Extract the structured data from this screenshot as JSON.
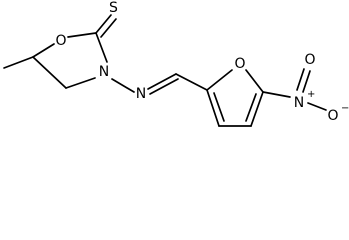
{
  "atoms": {
    "thione_s": "S",
    "ring_o": "O",
    "ring_n": "N",
    "imine_n": "N",
    "furan_o": "O",
    "nitro_n": "N",
    "nitro_n_charge": "+",
    "nitro_o_top": "O",
    "nitro_o_minus": "O",
    "nitro_o_minus_charge": "−"
  },
  "colors": {
    "bond": "#000000",
    "label": "#000000",
    "background": "#ffffff"
  }
}
